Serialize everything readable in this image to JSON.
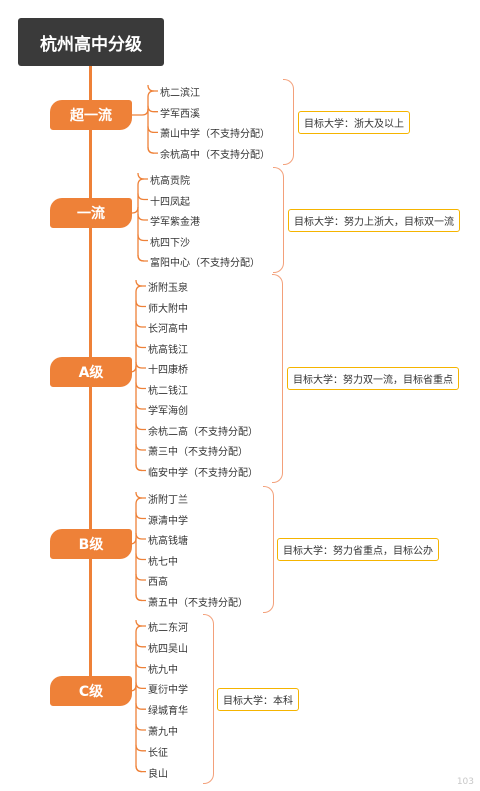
{
  "title": "杭州高中分级",
  "watermark": "103",
  "colors": {
    "accent": "#ee8138",
    "bracket": "#f3a07a",
    "target_border": "#f5b400",
    "root": "#3a3a3a"
  },
  "tiers": [
    {
      "label": "超一流",
      "target": "目标大学：浙大及以上",
      "schools": [
        "杭二滨江",
        "学军西溪",
        "萧山中学（不支持分配）",
        "余杭高中（不支持分配）"
      ]
    },
    {
      "label": "一流",
      "target": "目标大学：努力上浙大，目标双一流",
      "schools": [
        "杭高贡院",
        "十四凤起",
        "学军紫金港",
        "杭四下沙",
        "富阳中心（不支持分配）"
      ]
    },
    {
      "label": "A级",
      "target": "目标大学：努力双一流，目标省重点",
      "schools": [
        "浙附玉泉",
        "师大附中",
        "长河高中",
        "杭高钱江",
        "十四康桥",
        "杭二钱江",
        "学军海创",
        "余杭二高（不支持分配）",
        "萧三中（不支持分配）",
        "临安中学（不支持分配）"
      ]
    },
    {
      "label": "B级",
      "target": "目标大学：努力省重点，目标公办",
      "schools": [
        "浙附丁兰",
        "源清中学",
        "杭高钱塘",
        "杭七中",
        "西高",
        "萧五中（不支持分配）"
      ]
    },
    {
      "label": "C级",
      "target": "目标大学：本科",
      "schools": [
        "杭二东河",
        "杭四吴山",
        "杭九中",
        "夏衍中学",
        "绿城育华",
        "萧九中",
        "长征",
        "良山"
      ]
    }
  ]
}
